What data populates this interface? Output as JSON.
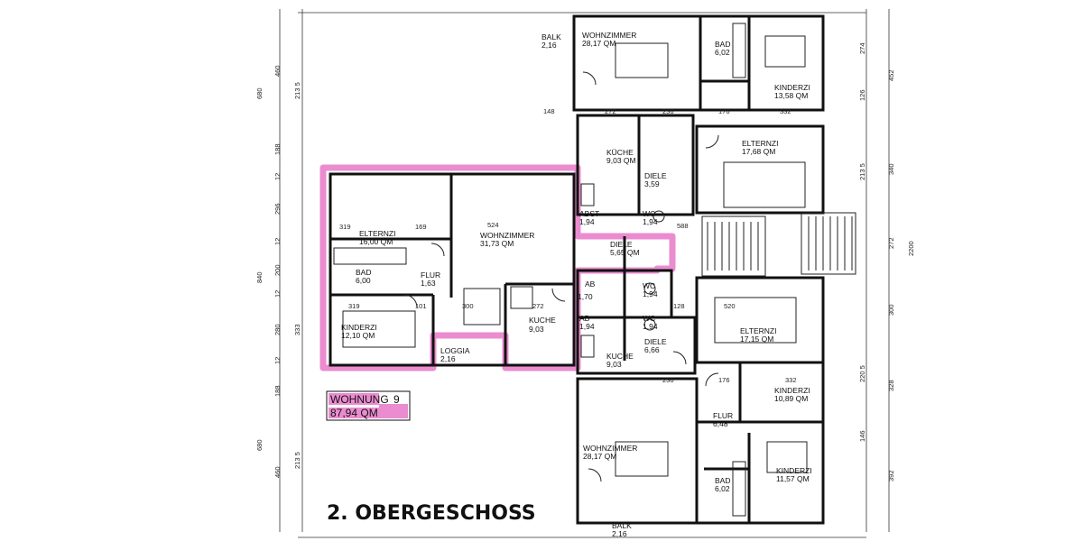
{
  "title": "2. OBERGESCHOSS",
  "apartment": {
    "label": "WOHNUNG",
    "number": "9",
    "area": "87,94 QM",
    "highlight_color": "#e878c8"
  },
  "rooms": [
    {
      "name": "BALK",
      "area": "2,16"
    },
    {
      "name": "WOHNZIMMER",
      "area": "28,17 QM"
    },
    {
      "name": "BAD",
      "area": "6,02"
    },
    {
      "name": "KINDERZI",
      "area": "13,58 QM"
    },
    {
      "name": "ELTERNZI",
      "area": "17,68 QM"
    },
    {
      "name": "KÜCHE",
      "area": "9,03 QM"
    },
    {
      "name": "DIELE",
      "area": "3,59"
    },
    {
      "name": "ABST",
      "area": "1,94"
    },
    {
      "name": "WC",
      "area": "1,94"
    },
    {
      "name": "ELTERNZI",
      "area": "16,00 QM"
    },
    {
      "name": "WOHNZIMMER",
      "area": "31,73 QM"
    },
    {
      "name": "DIELE",
      "area": "5,65 QM"
    },
    {
      "name": "BAD",
      "area": "6,00"
    },
    {
      "name": "FLUR",
      "area": "1,63"
    },
    {
      "name": "AB",
      "area": "1,70"
    },
    {
      "name": "WC",
      "area": "1,94"
    },
    {
      "name": "KINDERZI",
      "area": "12,10 QM"
    },
    {
      "name": "KUCHE",
      "area": "9,03"
    },
    {
      "name": "AB",
      "area": "1,94"
    },
    {
      "name": "WC",
      "area": "1,94"
    },
    {
      "name": "LOGGIA",
      "area": "2,16"
    },
    {
      "name": "KUCHE",
      "area": "9,03"
    },
    {
      "name": "DIELE",
      "area": "6,66"
    },
    {
      "name": "ELTERNZI",
      "area": "17,15 QM"
    },
    {
      "name": "KINDERZI",
      "area": "10,89 QM"
    },
    {
      "name": "FLUR",
      "area": "6,48"
    },
    {
      "name": "WOHNZIMMER",
      "area": "28,17 QM"
    },
    {
      "name": "BAD",
      "area": "6,02"
    },
    {
      "name": "KINDERZI",
      "area": "11,57 QM"
    },
    {
      "name": "BALK",
      "area": "2,16"
    }
  ],
  "dims_left": [
    "680",
    "460",
    "213 5",
    "188",
    "12",
    "296",
    "12",
    "840",
    "200",
    "12",
    "280",
    "333",
    "12",
    "188",
    "680",
    "460",
    "213 5"
  ],
  "dims_right": [
    "274",
    "452",
    "126",
    "340",
    "213 5",
    "272",
    "2200",
    "300",
    "220 5",
    "328",
    "146",
    "392"
  ],
  "dims_inner": [
    "319",
    "169",
    "524",
    "319",
    "101",
    "300",
    "272",
    "148",
    "272",
    "236",
    "176",
    "332",
    "588",
    "520",
    "332",
    "128",
    "236",
    "176"
  ]
}
